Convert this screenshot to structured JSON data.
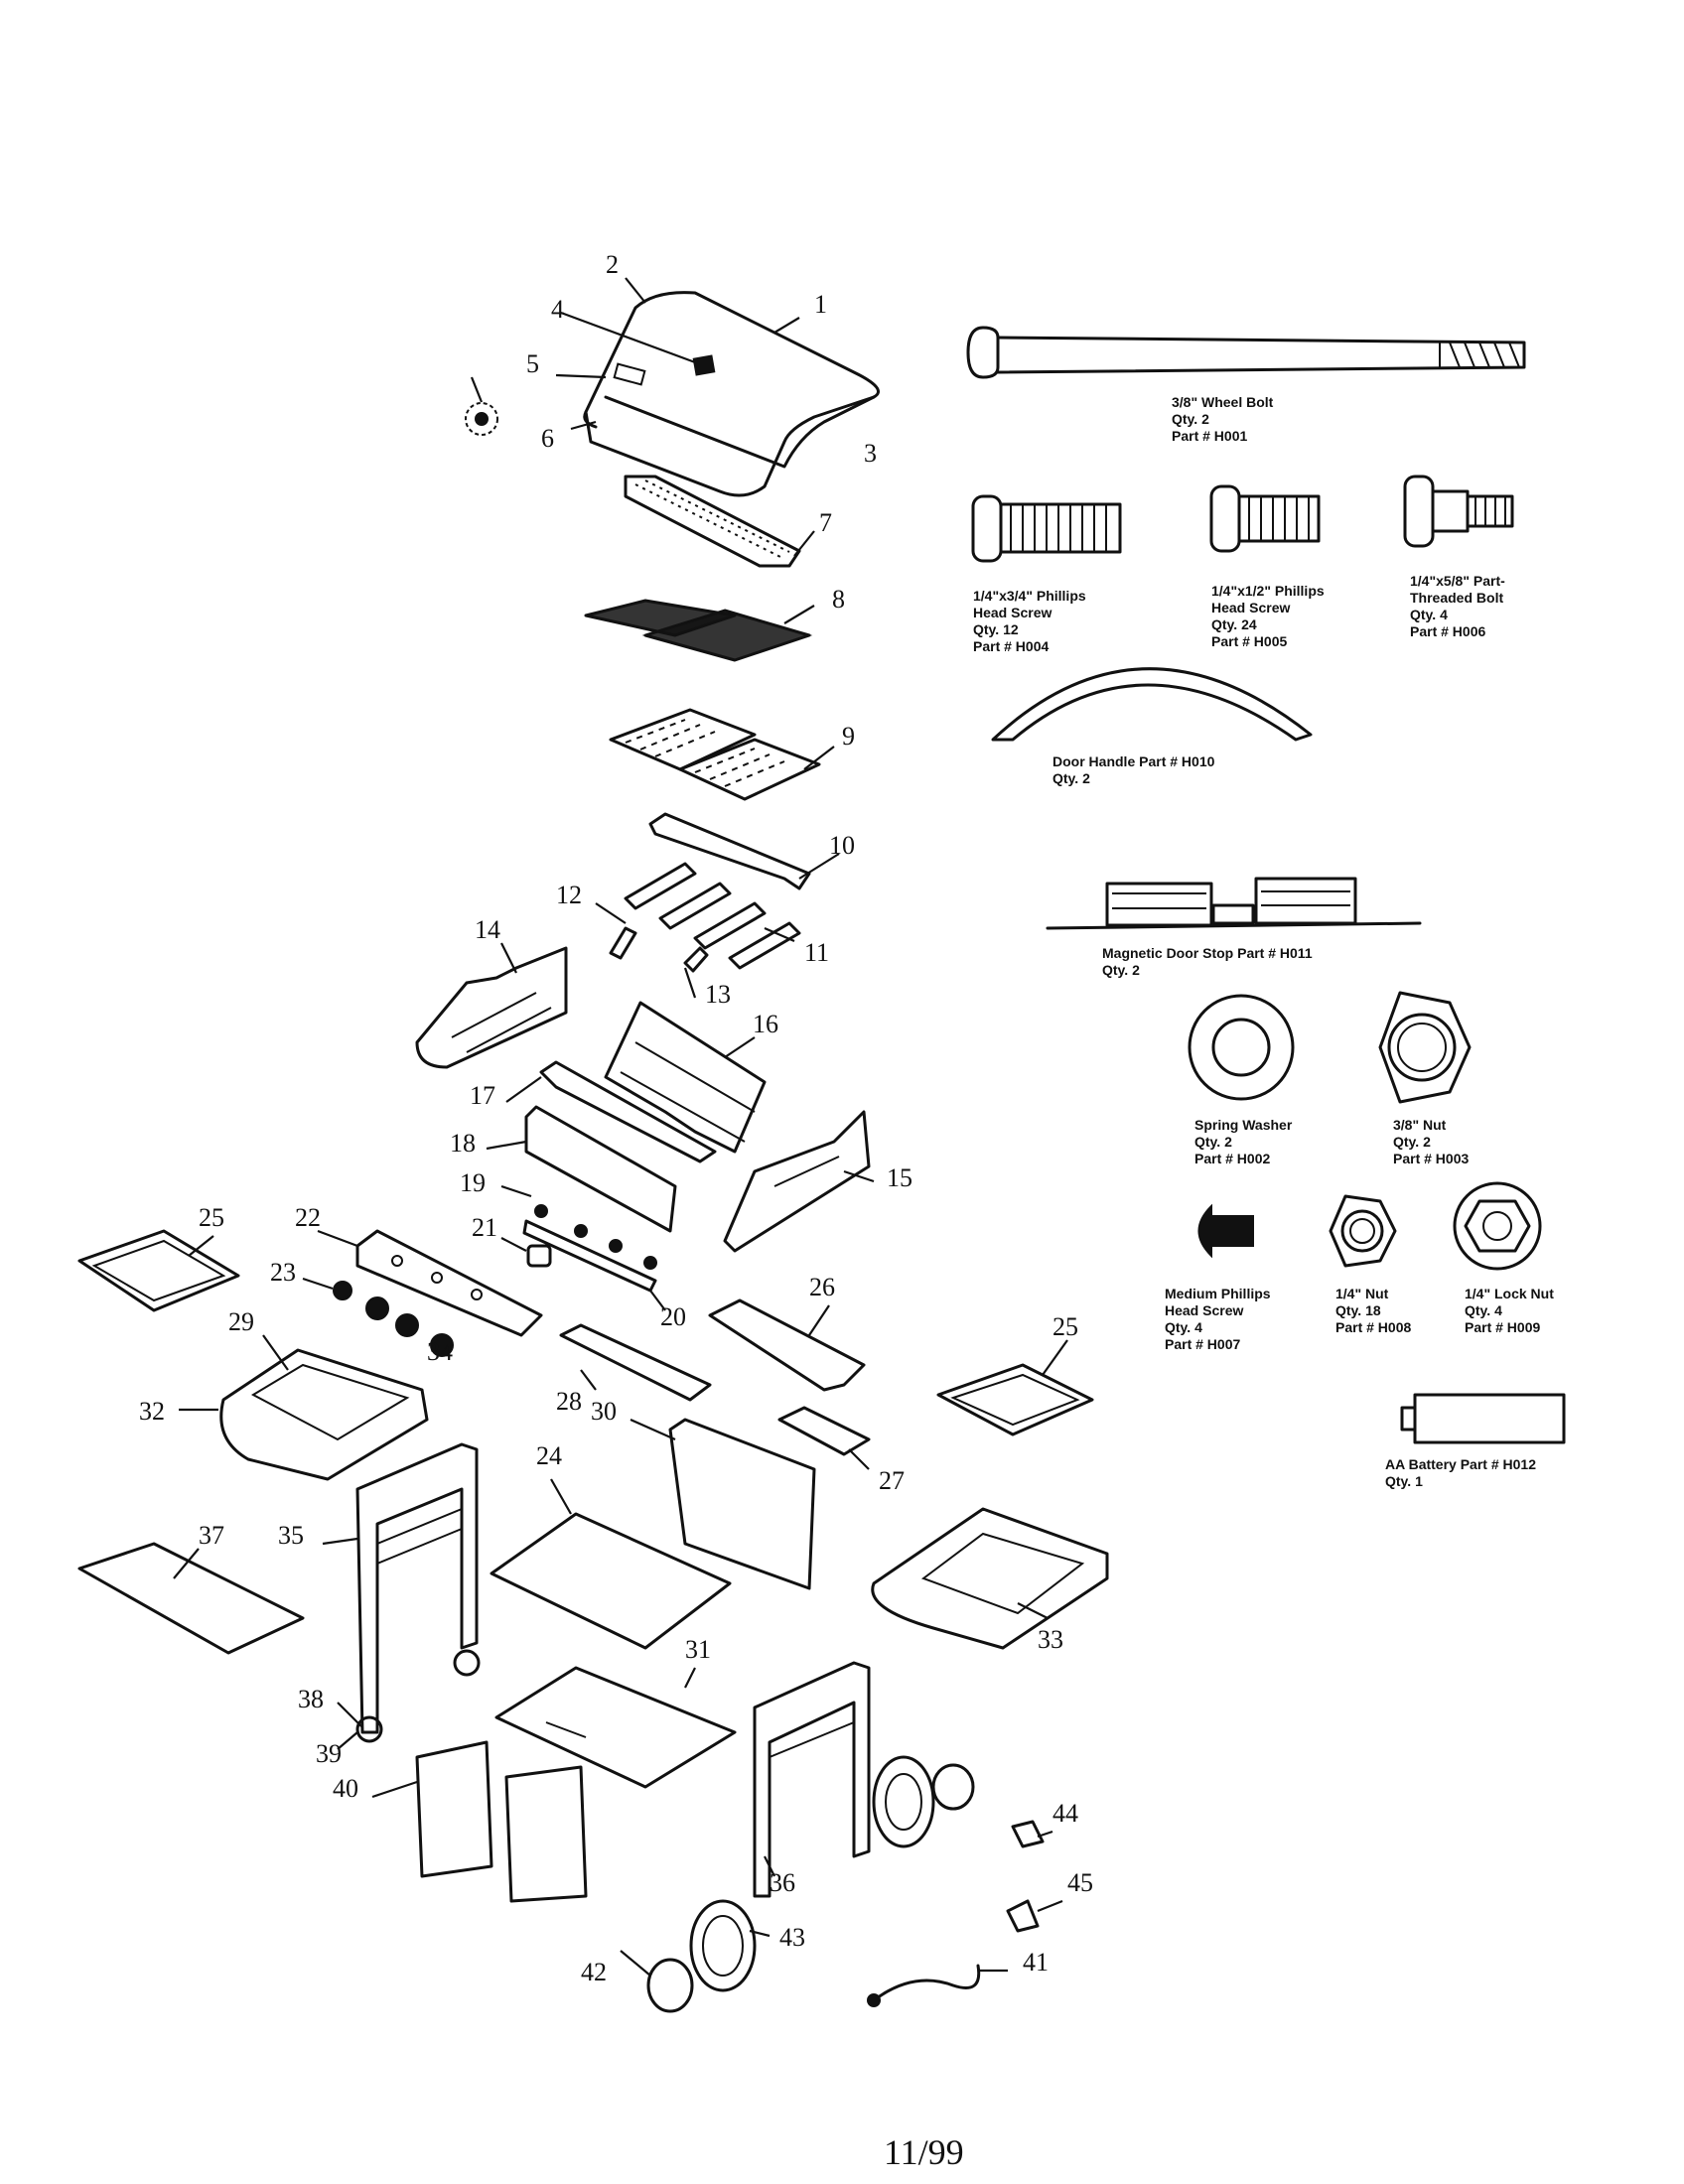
{
  "callouts": [
    "1",
    "2",
    "3",
    "4",
    "5",
    "6",
    "7",
    "8",
    "9",
    "10",
    "11",
    "12",
    "13",
    "14",
    "15",
    "16",
    "17",
    "18",
    "19",
    "20",
    "21",
    "22",
    "23",
    "24",
    "25",
    "25",
    "26",
    "27",
    "28",
    "29",
    "30",
    "31",
    "32",
    "33",
    "34",
    "35",
    "36",
    "37",
    "38",
    "39",
    "40",
    "41",
    "42",
    "43",
    "44",
    "45"
  ],
  "hardware": {
    "wheel_bolt": [
      "3/8\" Wheel Bolt",
      "Qty. 2",
      "Part # H001"
    ],
    "phillips_34": [
      "1/4\"x3/4\" Phillips",
      "Head Screw",
      "Qty. 12",
      "Part # H004"
    ],
    "phillips_12": [
      "1/4\"x1/2\" Phillips",
      "Head Screw",
      "Qty. 24",
      "Part # H005"
    ],
    "part_threaded_bolt": [
      "1/4\"x5/8\" Part-",
      "Threaded Bolt",
      "Qty. 4",
      "Part # H006"
    ],
    "door_handle": [
      "Door Handle Part # H010",
      "Qty. 2"
    ],
    "magnetic_door_stop": [
      "Magnetic Door Stop Part # H011",
      "Qty. 2"
    ],
    "spring_washer": [
      "Spring Washer",
      "Qty. 2",
      "Part # H002"
    ],
    "nut_38": [
      "3/8\" Nut",
      "Qty. 2",
      "Part # H003"
    ],
    "medium_screw": [
      "Medium Phillips",
      "Head Screw",
      "Qty. 4",
      "Part # H007"
    ],
    "nut_14": [
      "1/4\" Nut",
      "Qty. 18",
      "Part # H008"
    ],
    "lock_nut": [
      "1/4\" Lock Nut",
      "Qty. 4",
      "Part # H009"
    ],
    "battery": [
      "AA Battery Part # H012",
      "Qty. 1"
    ]
  },
  "footer": "11/99"
}
